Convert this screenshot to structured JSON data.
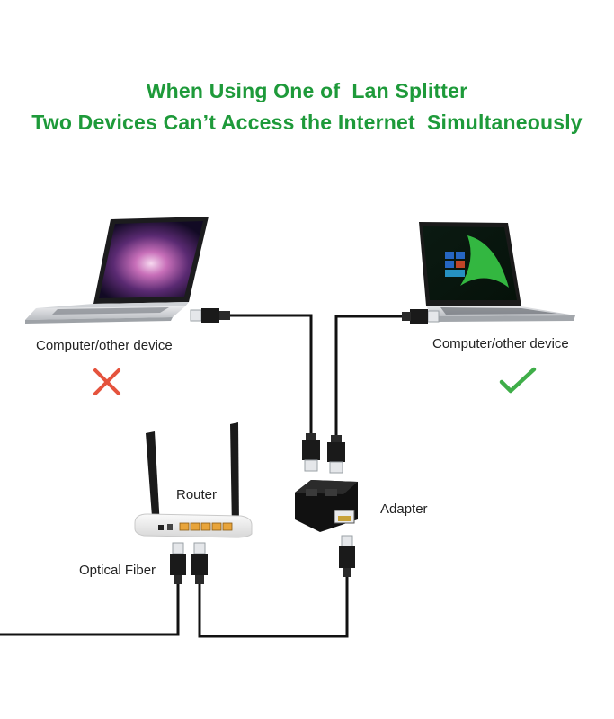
{
  "title": {
    "line1": "When Using One of  Lan Splitter",
    "line2": "Two Devices Can’t Access the Internet  Simultaneously",
    "color": "#1e9a3a"
  },
  "labels": {
    "left_device": "Computer/other device",
    "right_device": "Computer/other device",
    "router": "Router",
    "adapter": "Adapter",
    "fiber": "Optical Fiber"
  },
  "status": {
    "left_icon": "cross-mark-icon",
    "left_color": "#e5533d",
    "right_icon": "check-mark-icon",
    "right_color": "#3fae49"
  },
  "colors": {
    "cable": "#111111"
  }
}
